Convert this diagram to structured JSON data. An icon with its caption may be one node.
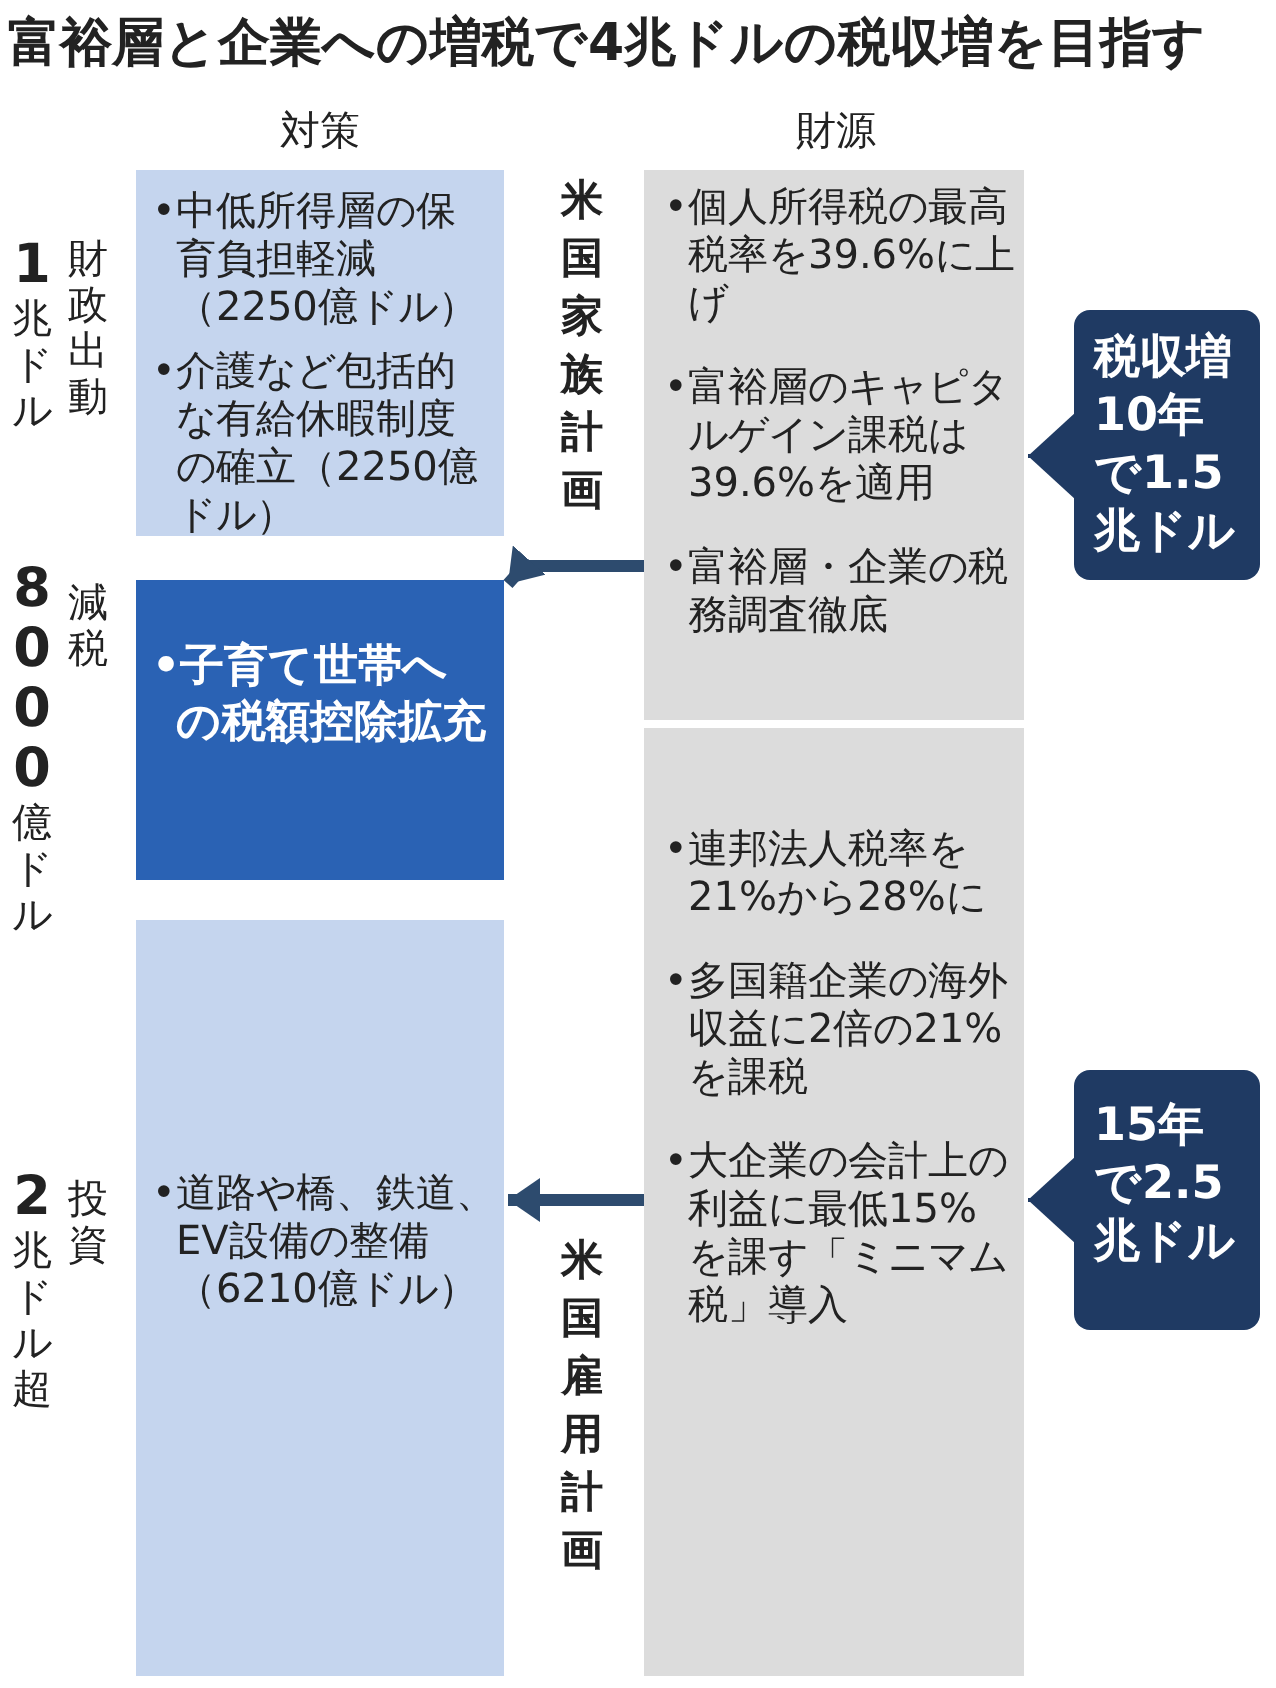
{
  "diagram": {
    "title": "富裕層と企業への増税で4兆ドルの税収増を目指す",
    "nodes": [
      {
        "text": [
          "•中低所得層の保育負担軽減（2250億ドル）",
          "•介護など包括的な有給休暇制度の確立（2250億ドル）"
        ],
        "beside": [
          "財政出動",
          "**1**兆ドル"
        ]
      },
      {
        "text": [
          "•子育て世帯への税額控除拡充"
        ],
        "beside": [
          "減税",
          "**8000**億ドル"
        ]
      },
      {
        "text": [
          "•道路や橋、鉄道、EV設備の整備（6210億ドル）"
        ],
        "beside": [
          "投資",
          "**2**兆ドル超"
        ]
      },
      {
        "text": [
          "•個人所得税の最高税率を39.6%に上げ",
          "•富裕層のキャピタルゲイン課税は39.6%を適用",
          "•富裕層・企業の税務調査徹底"
        ]
      },
      {
        "text": [
          "•連邦法人税率を21%から28%に",
          "•多国籍企業の海外収益に2倍の21%を課税",
          "•大企業の会計上の利益に最低15%を課す「ミニマム税」導入"
        ]
      },
      {
        "text": [
          "税収増10年で1.5兆ドル"
        ]
      },
      {
        "text": [
          "15年で2.5兆ドル"
        ]
      }
    ],
    "edges": [
      {
        "from": 3,
        "to": 1,
        "arrow": "to",
        "label": "米国家族計画",
        "style": "thick"
      },
      {
        "from": 4,
        "to": 2,
        "arrow": "to",
        "label": "米国雇用計画",
        "style": "thick"
      },
      {
        "from": 5,
        "to": 3,
        "arrow": "to"
      },
      {
        "from": 6,
        "to": 4,
        "arrow": "to"
      }
    ],
    "labels": [
      "対策",
      "財源"
    ]
  }
}
